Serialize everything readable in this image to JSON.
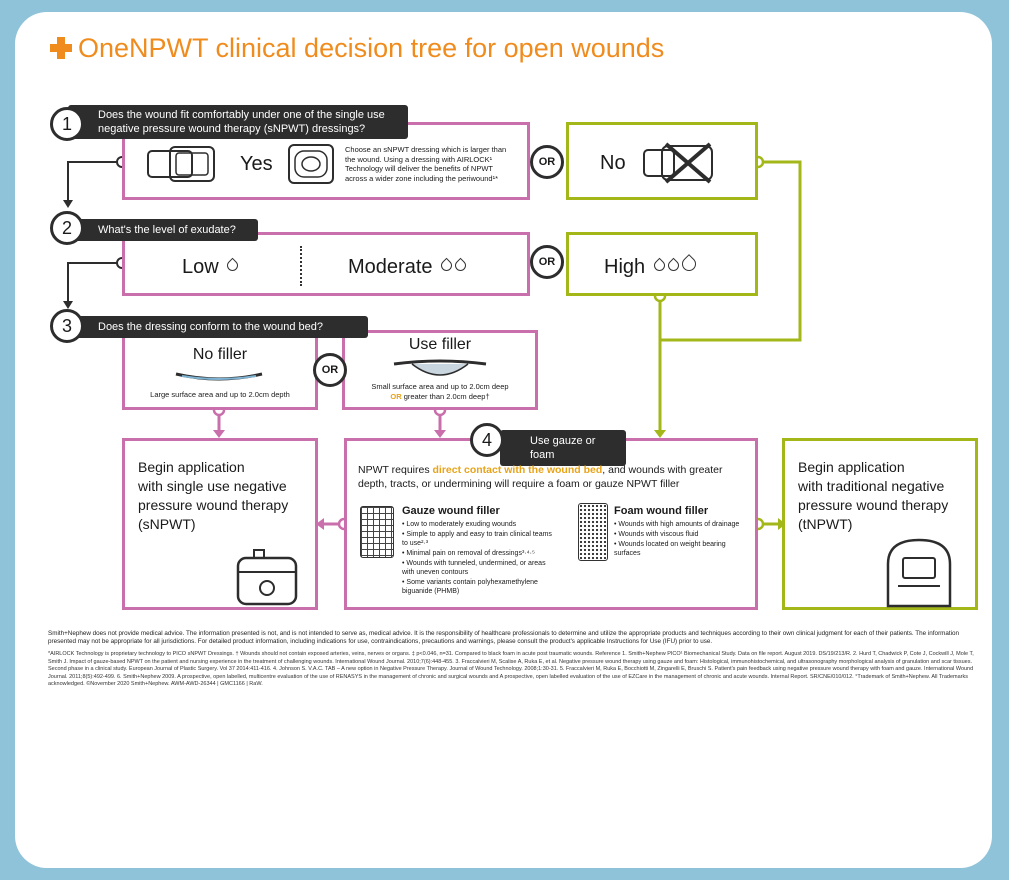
{
  "title": "OneNPWT clinical decision tree for open wounds",
  "colors": {
    "accent": "#f08c1e",
    "pink": "#c96fac",
    "green": "#a3b718",
    "dark": "#2d2d2d",
    "frame": "#8ec3da"
  },
  "q1": {
    "number": "1",
    "question_line1": "Does the wound fit comfortably under one of the single use",
    "question_line2": "negative pressure wound therapy (sNPWT) dressings?",
    "yes": "Yes",
    "yes_note": "Choose an sNPWT dressing which is larger than the wound. Using a dressing with AIRLOCK¹ Technology will deliver the benefits of NPWT across a wider zone including the periwound¹*",
    "or": "OR",
    "no": "No"
  },
  "q2": {
    "number": "2",
    "question": "What's the level of exudate?",
    "low": "Low",
    "moderate": "Moderate",
    "or": "OR",
    "high": "High"
  },
  "q3": {
    "number": "3",
    "question": "Does the dressing conform to the wound bed?",
    "no_filler": "No filler",
    "no_filler_note": "Large surface area and up to 2.0cm depth",
    "or": "OR",
    "use_filler": "Use filler",
    "use_filler_note1": "Small surface area and up to 2.0cm deep",
    "use_filler_or": "OR",
    "use_filler_note2": "greater than 2.0cm deep†"
  },
  "left_result": {
    "line1": "Begin application",
    "line2": "with single use negative",
    "line3": "pressure wound therapy",
    "line4": "(sNPWT)"
  },
  "right_result": {
    "line1": "Begin application",
    "line2": "with traditional negative",
    "line3": "pressure wound therapy",
    "line4": "(tNPWT)"
  },
  "step4": {
    "number": "4",
    "label": "Use gauze or foam",
    "intro_a": "NPWT requires",
    "intro_highlight": "direct contact with the wound bed",
    "intro_b": ", and wounds with greater depth, tracts, or undermining will require a foam or gauze NPWT filler",
    "gauze_title": "Gauze wound filler",
    "gauze_items": [
      "• Low to moderately exuding wounds",
      "• Simple to apply and easy to train clinical teams to use²·³",
      "• Minimal pain on removal of dressings³·⁴·⁵",
      "• Wounds with tunneled, undermined, or areas with uneven contours",
      "• Some variants contain polyhexamethylene biguanide (PHMB)"
    ],
    "foam_title": "Foam wound filler",
    "foam_items": [
      "• Wounds with high amounts of drainage",
      "• Wounds with viscous fluid",
      "• Wounds located on weight bearing surfaces"
    ]
  },
  "disclaimer": "Smith+Nephew does not provide medical advice. The information presented is not, and is not intended to serve as, medical advice. It is the responsibility of healthcare professionals to determine and utilize the appropriate products and techniques according to their own clinical judgment for each of their patients. The information presented may not be appropriate for all jurisdictions. For detailed product information, including indications for use, contraindications, precautions and warnings, please consult the product's applicable Instructions for Use (IFU) prior to use.",
  "references": "*AIRLOCK Technology is proprietary technology to PICO sNPWT Dressings. † Wounds should not contain exposed arteries, veins, nerves or organs. ‡ p<0.046, n=31. Compared to black foam in acute post traumatic wounds. Reference 1. Smith+Nephew PICO¹ Biomechanical Study. Data on file report. August 2019. DS/19/213/R. 2. Hurd T, Chadwick P, Cote J, Cockwill J, Mole T, Smith J. Impact of gauze-based NPWT on the patient and nursing experience in the treatment of challenging wounds. International Wound Journal. 2010;7(6):448-455. 3. Fraccalvieri M, Scalise A, Ruka E, et al. Negative pressure wound therapy using gauze and foam: Histological, immunohistochemical, and ultrasonography morphological analysis of granulation and scar tissues. Second phase in a clinical study. European Journal of Plastic Surgery. Vol 37 2014:411-416. 4. Johnson S. V.A.C. TAB – A new option in Negative Pressure Therapy. Journal of Wound Technology. 2008;1:30-31. 5. Fraccalvieri M, Ruka E, Bocchiotti M, Zingarelli E, Bruschi S. Patient's pain feedback using negative pressure wound therapy with foam and gauze. International Wound Journal. 2011;8(5):492-499. 6. Smith+Nephew 2009. A prospective, open labelled, multicentre evaluation of the use of RENASYS in the management of chronic and surgical wounds and A prospective, open labelled evaluation of the use of EZCare in the management of chronic and acute wounds. Internal Report. SR/CNE/010/012. °Trademark of Smith+Nephew. All Trademarks acknowledged. ©November 2020 Smith+Nephew. AWM-AWD-26344 | GMC1166 | RaW."
}
